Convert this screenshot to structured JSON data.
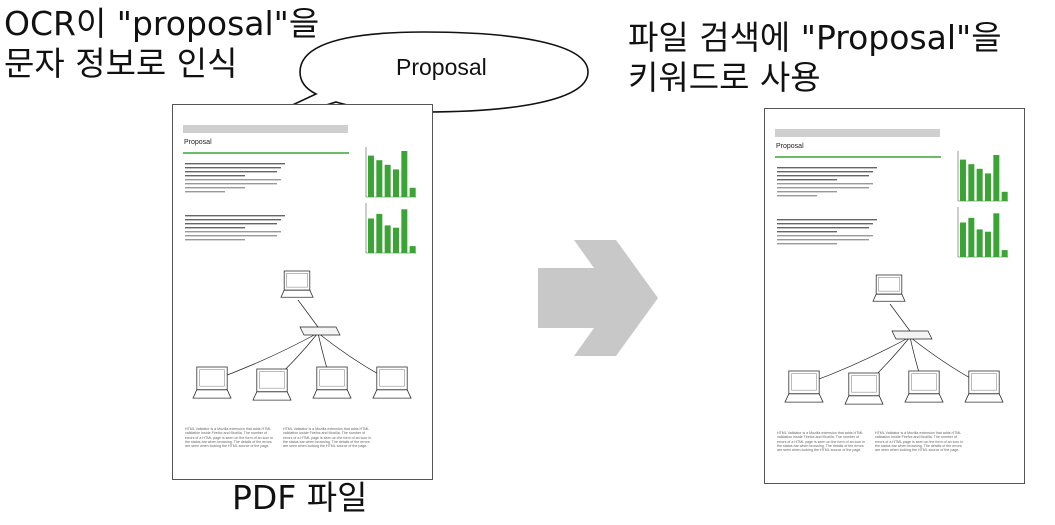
{
  "captions": {
    "ocr_line1": "OCR이 \"proposal\"을",
    "ocr_line2": "문자 정보로 인식",
    "search_line1": "파일 검색에 \"Proposal\"을",
    "search_line2": "키워드로 사용",
    "pdf_label": "PDF 파일"
  },
  "bubble": {
    "text": "Proposal"
  },
  "document": {
    "title": "Proposal",
    "footer_col1": "HTML Validator is a Mozilla extension that adds HTML validation inside Firefox and Mozilla. The number of errors of a HTML page is seen on the form of an icon in the status bar when browsing. The details of the errors are seen when looking the HTML source of the page.",
    "footer_col2": "HTML Validator is a Mozilla extension that adds HTML validation inside Firefox and Mozilla. The number of errors of a HTML page is seen on the form of an icon in the status bar when browsing. The details of the errors are seen when looking the HTML source of the page."
  },
  "chart_data": [
    {
      "type": "bar",
      "values": [
        90,
        80,
        70,
        60,
        100,
        20
      ],
      "ylim": [
        0,
        100
      ]
    },
    {
      "type": "bar",
      "values": [
        75,
        85,
        60,
        55,
        95,
        15
      ],
      "ylim": [
        0,
        100
      ]
    }
  ],
  "colors": {
    "accent_green": "#3aa535",
    "header_bar": "#cfcfcf",
    "arrow": "#c8c8c8"
  },
  "icons": {
    "arrow": "right-arrow-icon",
    "laptop": "laptop-icon",
    "switch": "network-switch-icon"
  }
}
